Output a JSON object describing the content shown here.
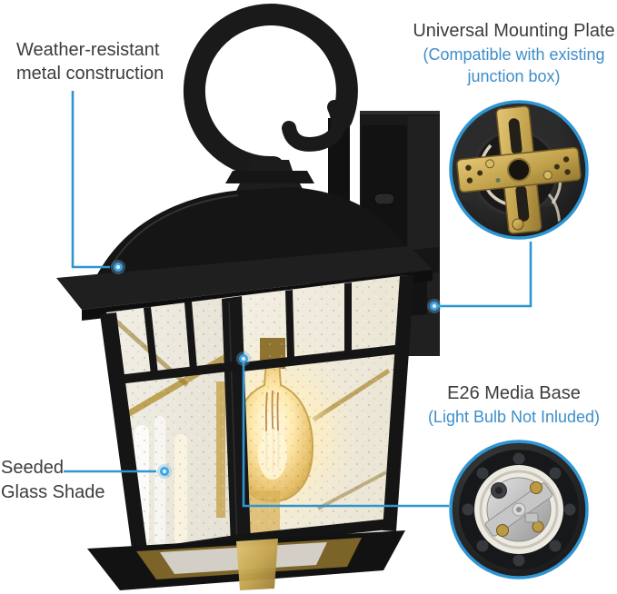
{
  "colors": {
    "accent_blue": "#2e95d3",
    "text_dark": "#3c3c3c",
    "text_blue": "#3d8ec9",
    "lantern_black": "#171717",
    "brass": "#c8a44a",
    "glow_warm": "#ffe9ad"
  },
  "labels": {
    "weather": {
      "line1": "Weather-resistant",
      "line2": "metal construction"
    },
    "mounting": {
      "title": "Universal Mounting Plate",
      "sub_line1": "(Compatible with existing",
      "sub_line2": "junction box)"
    },
    "e26": {
      "title": "E26 Media Base",
      "sub": "(Light Bulb Not Inluded)"
    },
    "seeded": {
      "line1": "Seeded",
      "line2": "Glass Shade"
    }
  }
}
